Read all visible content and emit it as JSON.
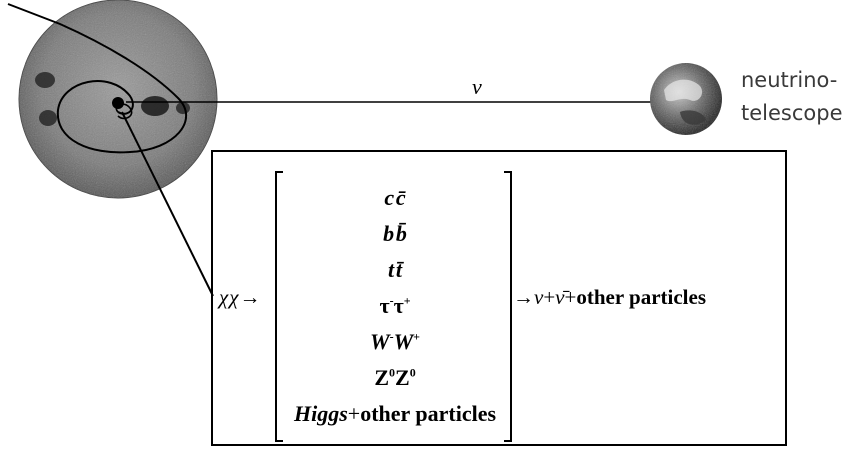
{
  "telescope_label": {
    "line1": "neutrino-",
    "line2": "telescope"
  },
  "neutrino_symbol": "ν",
  "reaction": {
    "lhs": "χχ",
    "arrow": "→",
    "channels": [
      {
        "base1": "c",
        "base2": "c̄",
        "sup1": "",
        "sup2": "",
        "italic": true
      },
      {
        "base1": "b",
        "base2": "b̄",
        "sup1": "",
        "sup2": "",
        "italic": true
      },
      {
        "base1": "t",
        "base2": "t̄",
        "sup1": "",
        "sup2": "",
        "italic": true
      },
      {
        "base1": "τ",
        "base2": "τ",
        "sup1": "-",
        "sup2": "+",
        "italic": false
      },
      {
        "base1": "W",
        "base2": "W",
        "sup1": "-",
        "sup2": "+",
        "italic": true
      },
      {
        "base1": "Z",
        "base2": "Z",
        "sup1": "0",
        "sup2": "0",
        "italic": false
      }
    ],
    "last_channel": {
      "higgs": "Higgs",
      "plus": "+",
      "rest": "other particles"
    },
    "rhs": {
      "arrow": "→",
      "nu": "ν",
      "plus1": "+",
      "nubar": "ν̄",
      "plus2": "+",
      "rest": "other particles"
    }
  }
}
